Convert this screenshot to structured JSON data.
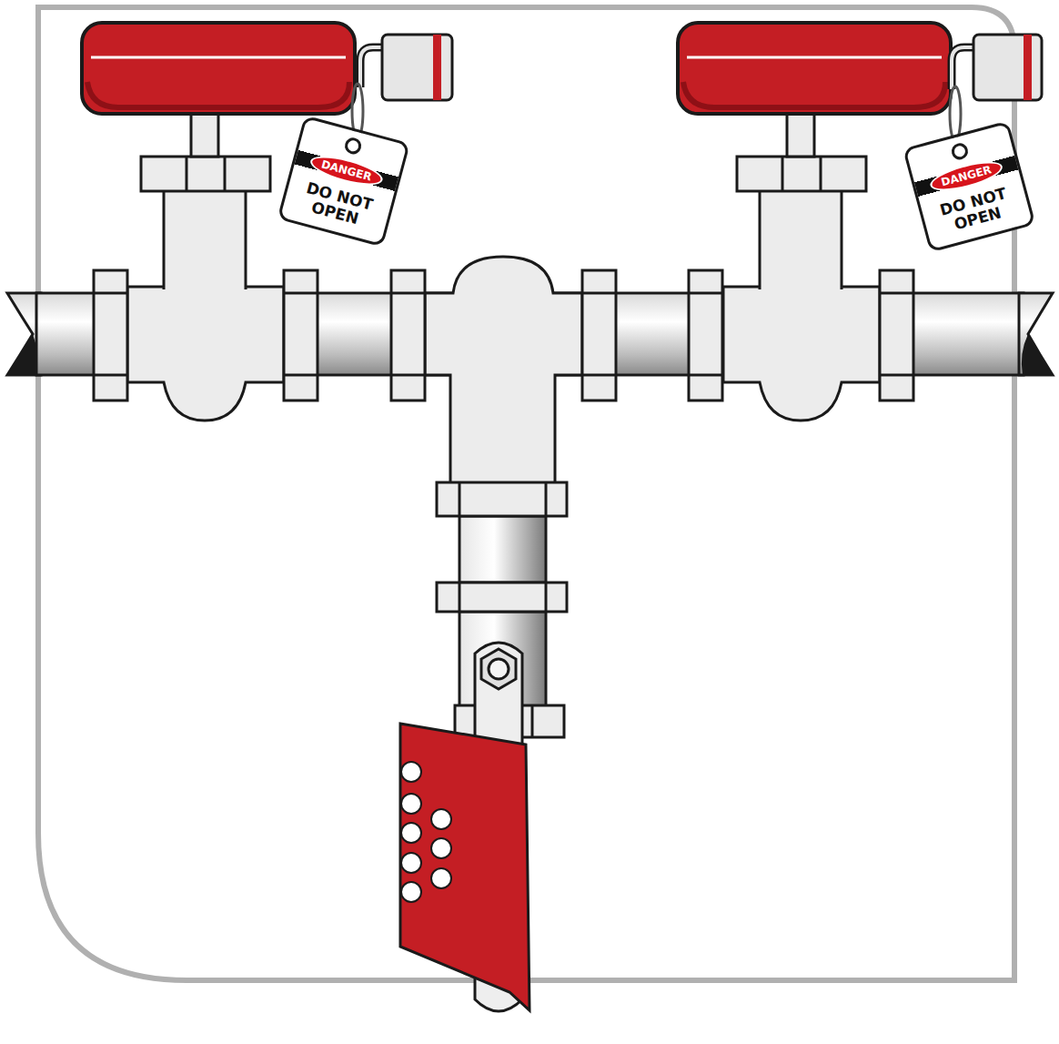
{
  "diagram": {
    "nodes": [
      {
        "text": [
          "DO NOT OPEN"
        ]
      },
      {
        "text": [
          "DANGER"
        ],
        "in": 0
      },
      {
        "text": [
          "DO NOT OPEN"
        ]
      },
      {
        "text": [
          "DANGER"
        ],
        "in": 2
      }
    ]
  }
}
